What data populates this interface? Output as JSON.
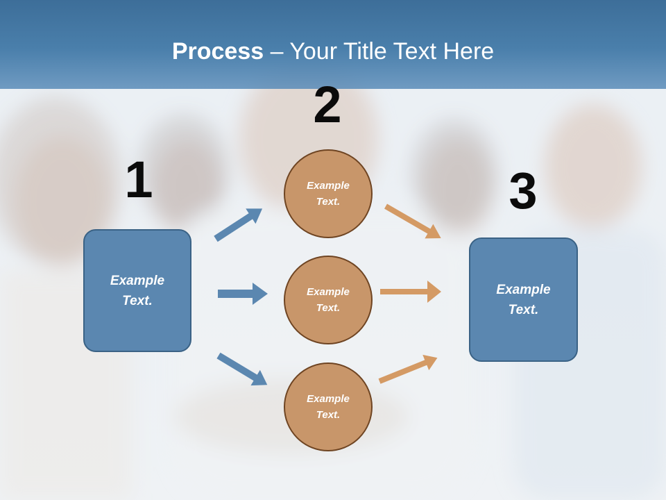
{
  "title": {
    "bold": "Process",
    "rest": " – Your Title Text Here"
  },
  "steps": {
    "one": "1",
    "two": "2",
    "three": "3"
  },
  "left_box": {
    "line1": "Example",
    "line2": "Text."
  },
  "right_box": {
    "line1": "Example",
    "line2": "Text."
  },
  "circles": [
    {
      "line1": "Example",
      "line2": "Text."
    },
    {
      "line1": "Example",
      "line2": "Text."
    },
    {
      "line1": "Example",
      "line2": "Text."
    }
  ],
  "colors": {
    "title_band": "#4a7fab",
    "box_fill": "#5b87b0",
    "circle_fill": "#c8966a",
    "left_arrows": "#5b87b0",
    "right_arrows": "#d49a64"
  },
  "background": "blurred-team-photo"
}
